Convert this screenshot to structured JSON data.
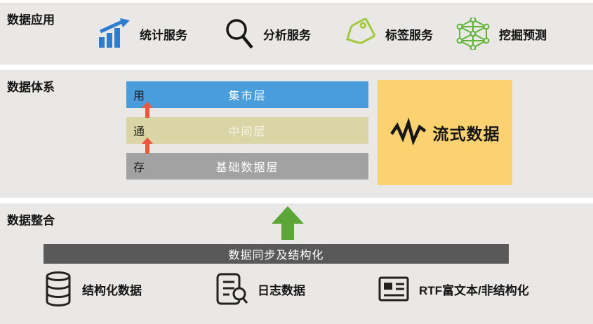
{
  "app": {
    "title": "数据应用",
    "items": [
      {
        "label": "统计服务",
        "icon": "bar-chart-icon"
      },
      {
        "label": "分析服务",
        "icon": "magnifier-icon"
      },
      {
        "label": "标签服务",
        "icon": "tag-icon"
      },
      {
        "label": "挖掘预测",
        "icon": "network-icon"
      }
    ]
  },
  "system": {
    "title": "数据体系",
    "layers": [
      {
        "tag": "用",
        "label": "集市层",
        "bg": "#4a9ddb",
        "label_color": "#ffffff"
      },
      {
        "tag": "通",
        "label": "中间层",
        "bg": "#d9d5a5",
        "label_color": "#f6f4e8"
      },
      {
        "tag": "存",
        "label": "基础数据层",
        "bg": "#a2a2a2",
        "label_color": "#ffffff"
      }
    ],
    "stream": {
      "label": "流式数据",
      "bg": "#fbd26f",
      "icon": "zigzag-line-icon"
    }
  },
  "integration": {
    "title": "数据整合",
    "pipeline_label": "数据同步及结构化",
    "pipeline_bg": "#595959",
    "sources": [
      {
        "label": "结构化数据",
        "icon": "database-icon"
      },
      {
        "label": "日志数据",
        "icon": "log-icon"
      },
      {
        "label": "RTF富文本/非结构化",
        "icon": "rich-text-icon"
      }
    ]
  },
  "colors": {
    "section_bg": "#e9e8e7",
    "stat_blue": "#2e7ccd",
    "tag_green": "#a2c93f",
    "network_green": "#5fb336",
    "up_arrow_green": "#5ba636",
    "up_arrow_red": "#e9573f",
    "icon_dark": "#1c1c1c"
  }
}
